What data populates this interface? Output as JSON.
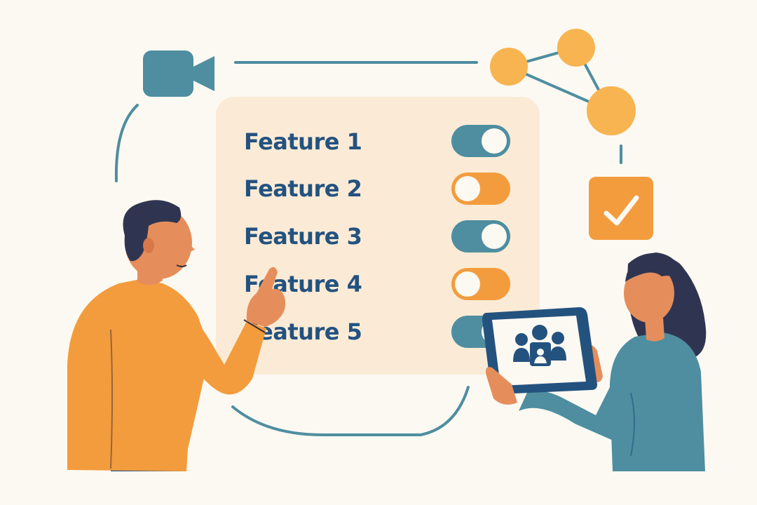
{
  "colors": {
    "background": "#FCF9F2",
    "panel": "#FBEBD6",
    "teal": "#4E8EA0",
    "orange": "#F39C3D",
    "navy": "#24527F",
    "yellow_orange": "#F8B451"
  },
  "features": [
    {
      "label": "Feature 1",
      "toggle_color": "teal",
      "state": "on"
    },
    {
      "label": "Feature 2",
      "toggle_color": "orange",
      "state": "off"
    },
    {
      "label": "Feature 3",
      "toggle_color": "teal",
      "state": "on"
    },
    {
      "label": "Feature 4",
      "toggle_color": "orange",
      "state": "off"
    },
    {
      "label": "Feature 5",
      "toggle_color": "teal",
      "state": "on"
    }
  ],
  "icons": {
    "camera": "video-camera-icon",
    "network": "network-nodes-icon",
    "check": "checkmark-icon",
    "users": "users-group-icon"
  }
}
